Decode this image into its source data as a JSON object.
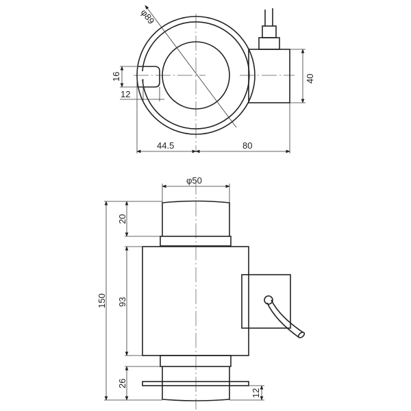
{
  "top_view": {
    "outer_diameter_label": "φ89",
    "slot_height_label": "16",
    "slot_width_label": "12",
    "left_offset_label": "44.5",
    "right_length_label": "80",
    "box_height_label": "40"
  },
  "side_view": {
    "cap_diameter_label": "φ50",
    "total_height_label": "150",
    "cap_height_label": "20",
    "body_height_label": "93",
    "base_height_label": "26",
    "flange_offset_label": "12"
  },
  "colors": {
    "line": "#222222",
    "background": "#ffffff"
  }
}
